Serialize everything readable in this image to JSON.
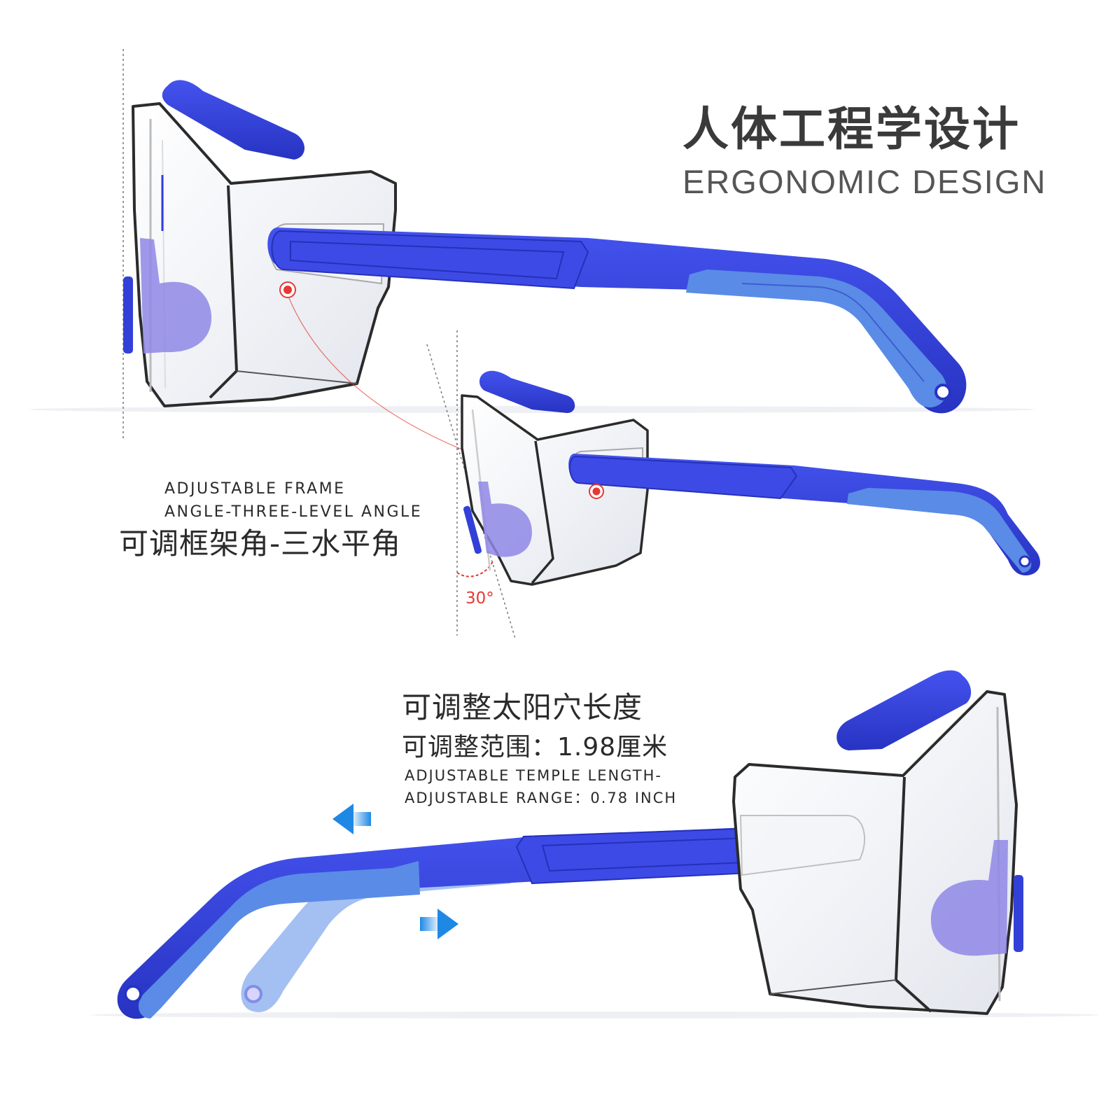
{
  "header": {
    "title_cn": "人体工程学设计",
    "title_en": "ERGONOMIC DESIGN"
  },
  "frame_angle": {
    "label_en_line1": "ADJUSTABLE FRAME",
    "label_en_line2": "ANGLE-THREE-LEVEL ANGLE",
    "label_cn": "可调框架角-三水平角",
    "angle_label": "30°"
  },
  "temple_length": {
    "label_cn_line1": "可调整太阳穴长度",
    "label_cn_line2": "可调整范围：1.98厘米",
    "label_en_line1": "ADJUSTABLE TEMPLE LENGTH-",
    "label_en_line2": "ADJUSTABLE RANGE：0.78 INCH"
  },
  "colors": {
    "frame_blue": "#3340d8",
    "light_blue": "#5a8be6",
    "nose_pad": "#8f87e6",
    "arrow_blue": "#1e88e5",
    "accent_red": "#e53935",
    "outline": "#2b2b2b"
  }
}
